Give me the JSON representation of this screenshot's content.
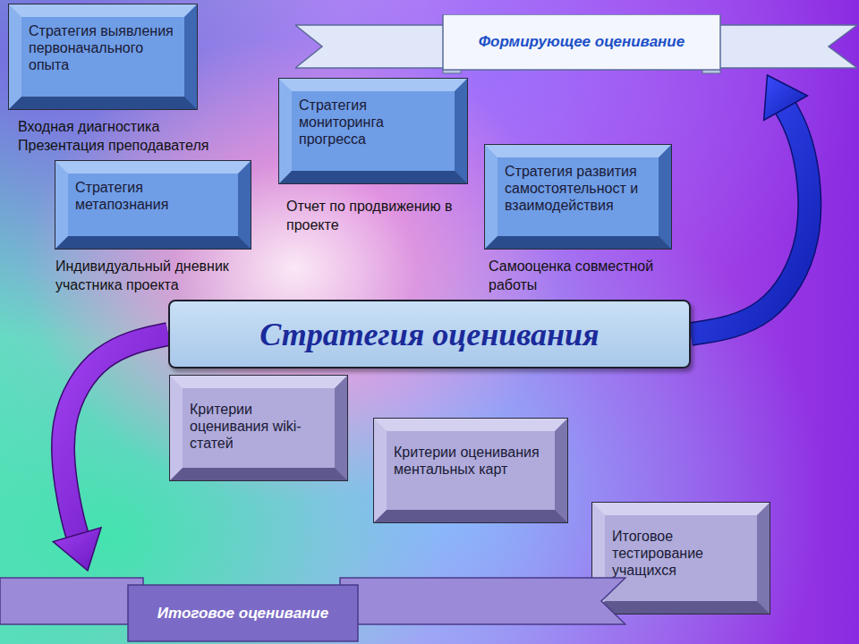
{
  "diagram": {
    "nodes": [
      {
        "text": [
          "Стратегия выявления первоначального опыта",
          "Входная диагностика",
          "Презентация преподавателя"
        ]
      },
      {
        "text": [
          "Формирующее оценивание"
        ]
      },
      {
        "text": [
          "Стратегия мониторинга прогресса",
          "Отчет по продвижению в проекте"
        ]
      },
      {
        "text": [
          "Стратегия развития самостоятельност и взаимодействия",
          "Самооценка совместной работы"
        ]
      },
      {
        "text": [
          "Стратегия метапознания",
          "Индивидуальный дневник участника проекта"
        ]
      },
      {
        "text": [
          "Стратегия оценивания"
        ]
      },
      {
        "text": [
          "Критерии оценивания wiki-статей"
        ]
      },
      {
        "text": [
          "Критерии оценивания ментальных карт"
        ]
      },
      {
        "text": [
          "Итоговое тестирование учащихся"
        ]
      },
      {
        "text": [
          "Итоговое оценивание"
        ]
      }
    ],
    "edges": [
      {
        "from": 5,
        "to": 1,
        "arrow": "to"
      },
      {
        "from": 5,
        "to": 9,
        "arrow": "to"
      }
    ]
  }
}
